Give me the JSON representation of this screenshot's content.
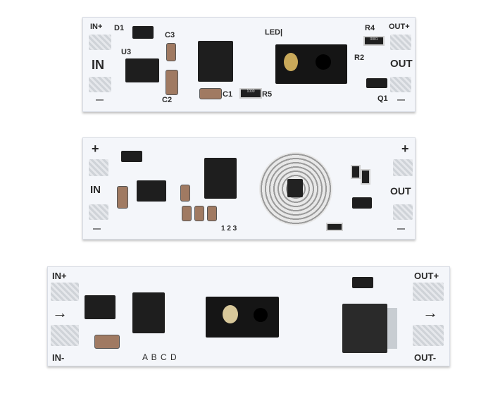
{
  "board1": {
    "in_plus": "IN+",
    "in": "IN",
    "in_minus": "—",
    "d1": "D1",
    "u3": "U3",
    "c3": "C3",
    "c2": "C2",
    "c1": "C1",
    "r5": "R5",
    "r5_value": "1000",
    "led": "LED|",
    "r4": "R4",
    "r4_value": "0001",
    "r2": "R2",
    "q1": "Q1",
    "out_plus": "OUT+",
    "out": "OUT",
    "out_minus": "—"
  },
  "board2": {
    "in_plus": "+",
    "in": "IN",
    "in_minus": "—",
    "jumpers": "1 2 3",
    "out_plus": "+",
    "out": "OUT",
    "out_minus": "—"
  },
  "board3": {
    "in_plus": "IN+",
    "in_arrow": "→",
    "in_minus": "IN-",
    "jumpers": "A B C D",
    "out_plus": "OUT+",
    "out_arrow": "→",
    "out_minus": "OUT-"
  }
}
